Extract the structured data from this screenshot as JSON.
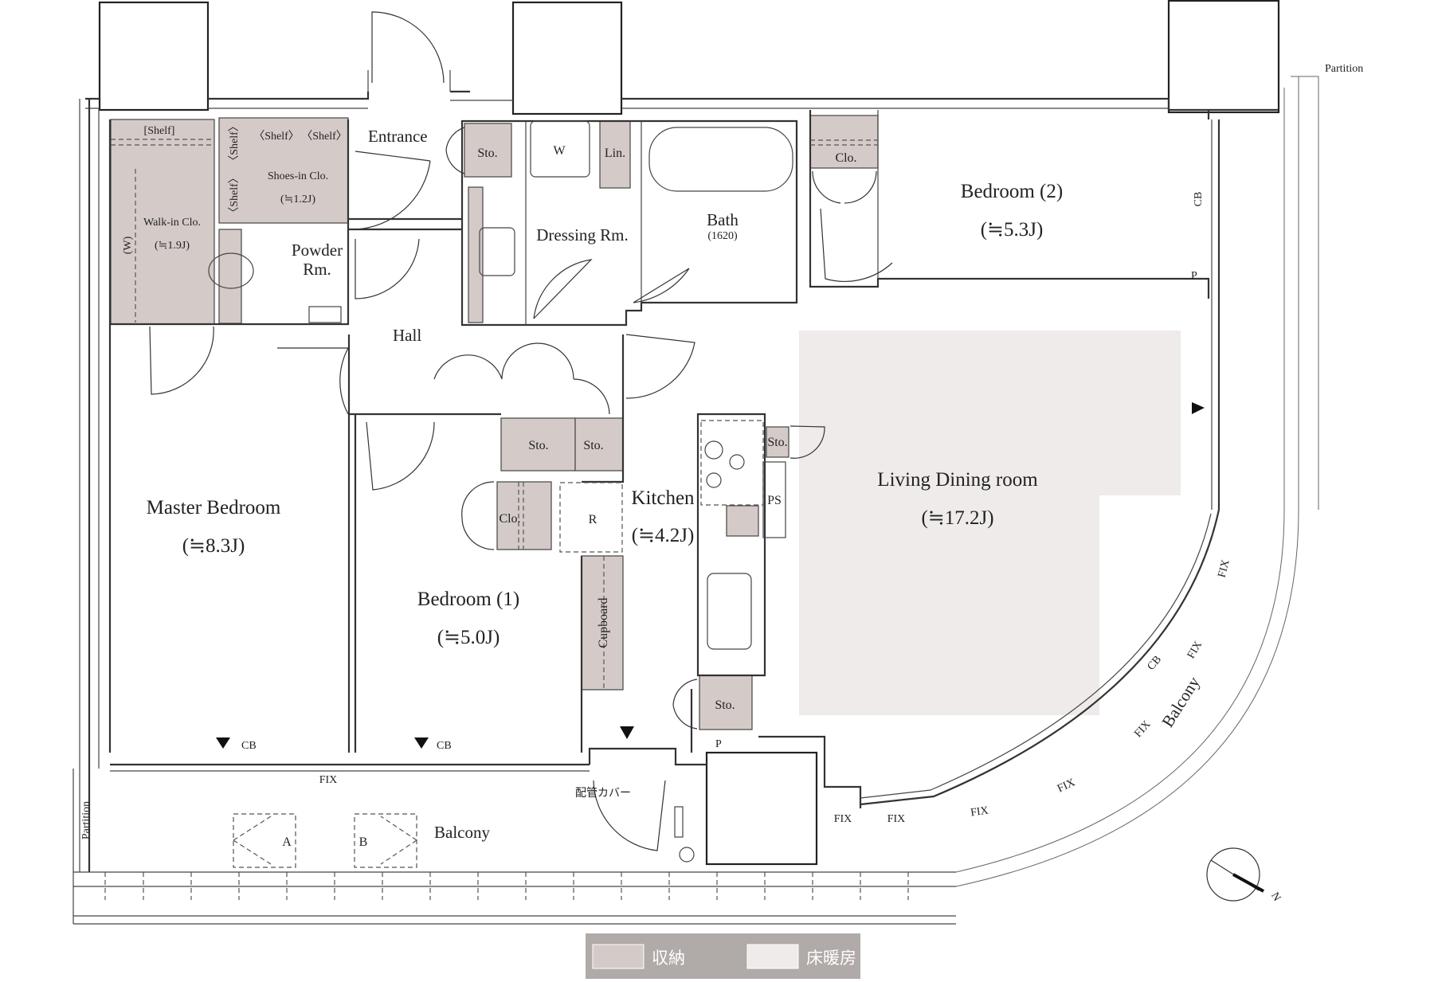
{
  "colors": {
    "storage": "#d4cbc8",
    "floor_heating": "#efebea",
    "legend_background": "#b0aaa8"
  },
  "rooms": {
    "entrance": "Entrance",
    "hall": "Hall",
    "powder": "Powder",
    "powder_rm": "Rm.",
    "walk_in": "Walk-in Clo.",
    "walk_in_size": "(≒1.9J)",
    "walk_in_w": "(W)",
    "shoes_in": "Shoes-in Clo.",
    "shoes_in_size": "(≒1.2J)",
    "shelf_top": "[Shelf]",
    "shelf_1": "〈Shelf〉",
    "shelf_2": "〈Shelf〉",
    "shelf_v1": "〈Shelf〉",
    "shelf_v2": "〈Shelf〉",
    "dressing": "Dressing Rm.",
    "washer": "W",
    "linen": "Lin.",
    "sto_dressing": "Sto.",
    "bath": "Bath",
    "bath_size": "(1620)",
    "bedroom2": "Bedroom (2)",
    "bedroom2_size": "(≒5.3J)",
    "clo_bedroom2": "Clo.",
    "master": "Master Bedroom",
    "master_size": "(≒8.3J)",
    "bedroom1": "Bedroom (1)",
    "bedroom1_size": "(≒5.0J)",
    "clo_bedroom1": "Clo.",
    "sto_hall_1": "Sto.",
    "sto_hall_2": "Sto.",
    "kitchen": "Kitchen",
    "kitchen_size": "(≒4.2J)",
    "fridge": "R",
    "cupboard": "Cupboard",
    "sto_kitchen": "Sto.",
    "ps": "PS",
    "sto_bottom": "Sto.",
    "ldr": "Living Dining room",
    "ldr_size": "(≒17.2J)",
    "balcony_south": "Balcony",
    "balcony_curve": "Balcony"
  },
  "marks": {
    "partition_top": "Partition",
    "partition_left": "Partition",
    "cb_right": "CB",
    "cb_1": "CB",
    "cb_2": "CB",
    "cb_curve": "CB",
    "p_right": "P",
    "p_bottom": "P",
    "fix_bottom": "FIX",
    "fix_1": "FIX",
    "fix_2": "FIX",
    "fix_3": "FIX",
    "fix_4": "FIX",
    "fix_5": "FIX",
    "fix_6": "FIX",
    "fix_7": "FIX",
    "pipe_cover": "配管カバー",
    "unit_a": "A",
    "unit_b": "B",
    "north": "N"
  },
  "legend": {
    "storage": "収納",
    "floor_heating": "床暖房"
  }
}
